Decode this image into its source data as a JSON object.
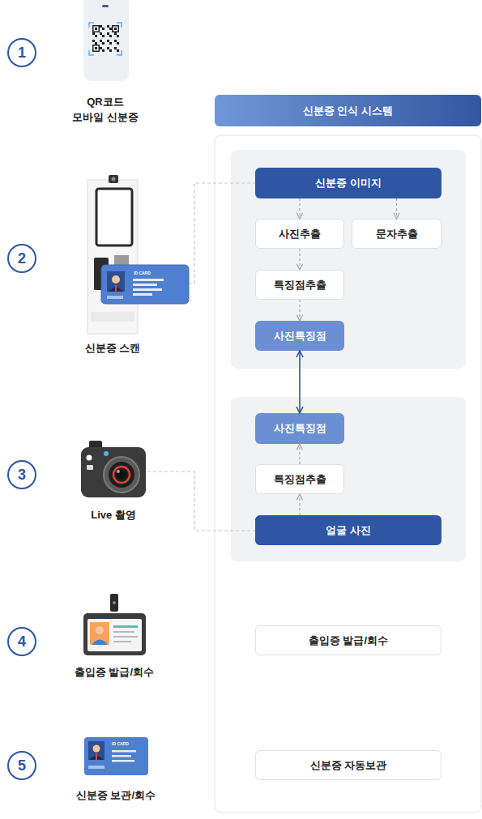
{
  "diagram": {
    "nodes": [
      {
        "text": [
          "신분증 인식 시스템"
        ]
      },
      {
        "text": [
          "신분증 이미지"
        ]
      },
      {
        "text": [
          "사진추출"
        ]
      },
      {
        "text": [
          "문자추출"
        ]
      },
      {
        "text": [
          "특징점추출"
        ]
      },
      {
        "text": [
          "사진특징점"
        ]
      },
      {
        "text": [
          "사진특징점"
        ]
      },
      {
        "text": [
          "특징점추출"
        ]
      },
      {
        "text": [
          "얼굴 사진"
        ]
      },
      {
        "text": [
          "출입증 발급/회수"
        ]
      },
      {
        "text": [
          "신분증 자동보관"
        ]
      }
    ],
    "edges": [
      {
        "from": 1,
        "to": 2,
        "arrow": "to"
      },
      {
        "from": 1,
        "to": 3,
        "arrow": "to"
      },
      {
        "from": 2,
        "to": 4,
        "arrow": "to"
      },
      {
        "from": 4,
        "to": 5,
        "arrow": "to"
      },
      {
        "from": 5,
        "to": 6,
        "arrow": "both"
      },
      {
        "from": 8,
        "to": 7,
        "arrow": "to"
      },
      {
        "from": 7,
        "to": 6,
        "arrow": "to"
      }
    ],
    "labels": [
      "1",
      "QR코드 모바일 신분증",
      "2",
      "ID CARD",
      "신분증 스캔",
      "3",
      "Live 촬영",
      "4",
      "출입증 발급/회수",
      "5",
      "ID CARD",
      "신분증 보관/회수"
    ]
  }
}
